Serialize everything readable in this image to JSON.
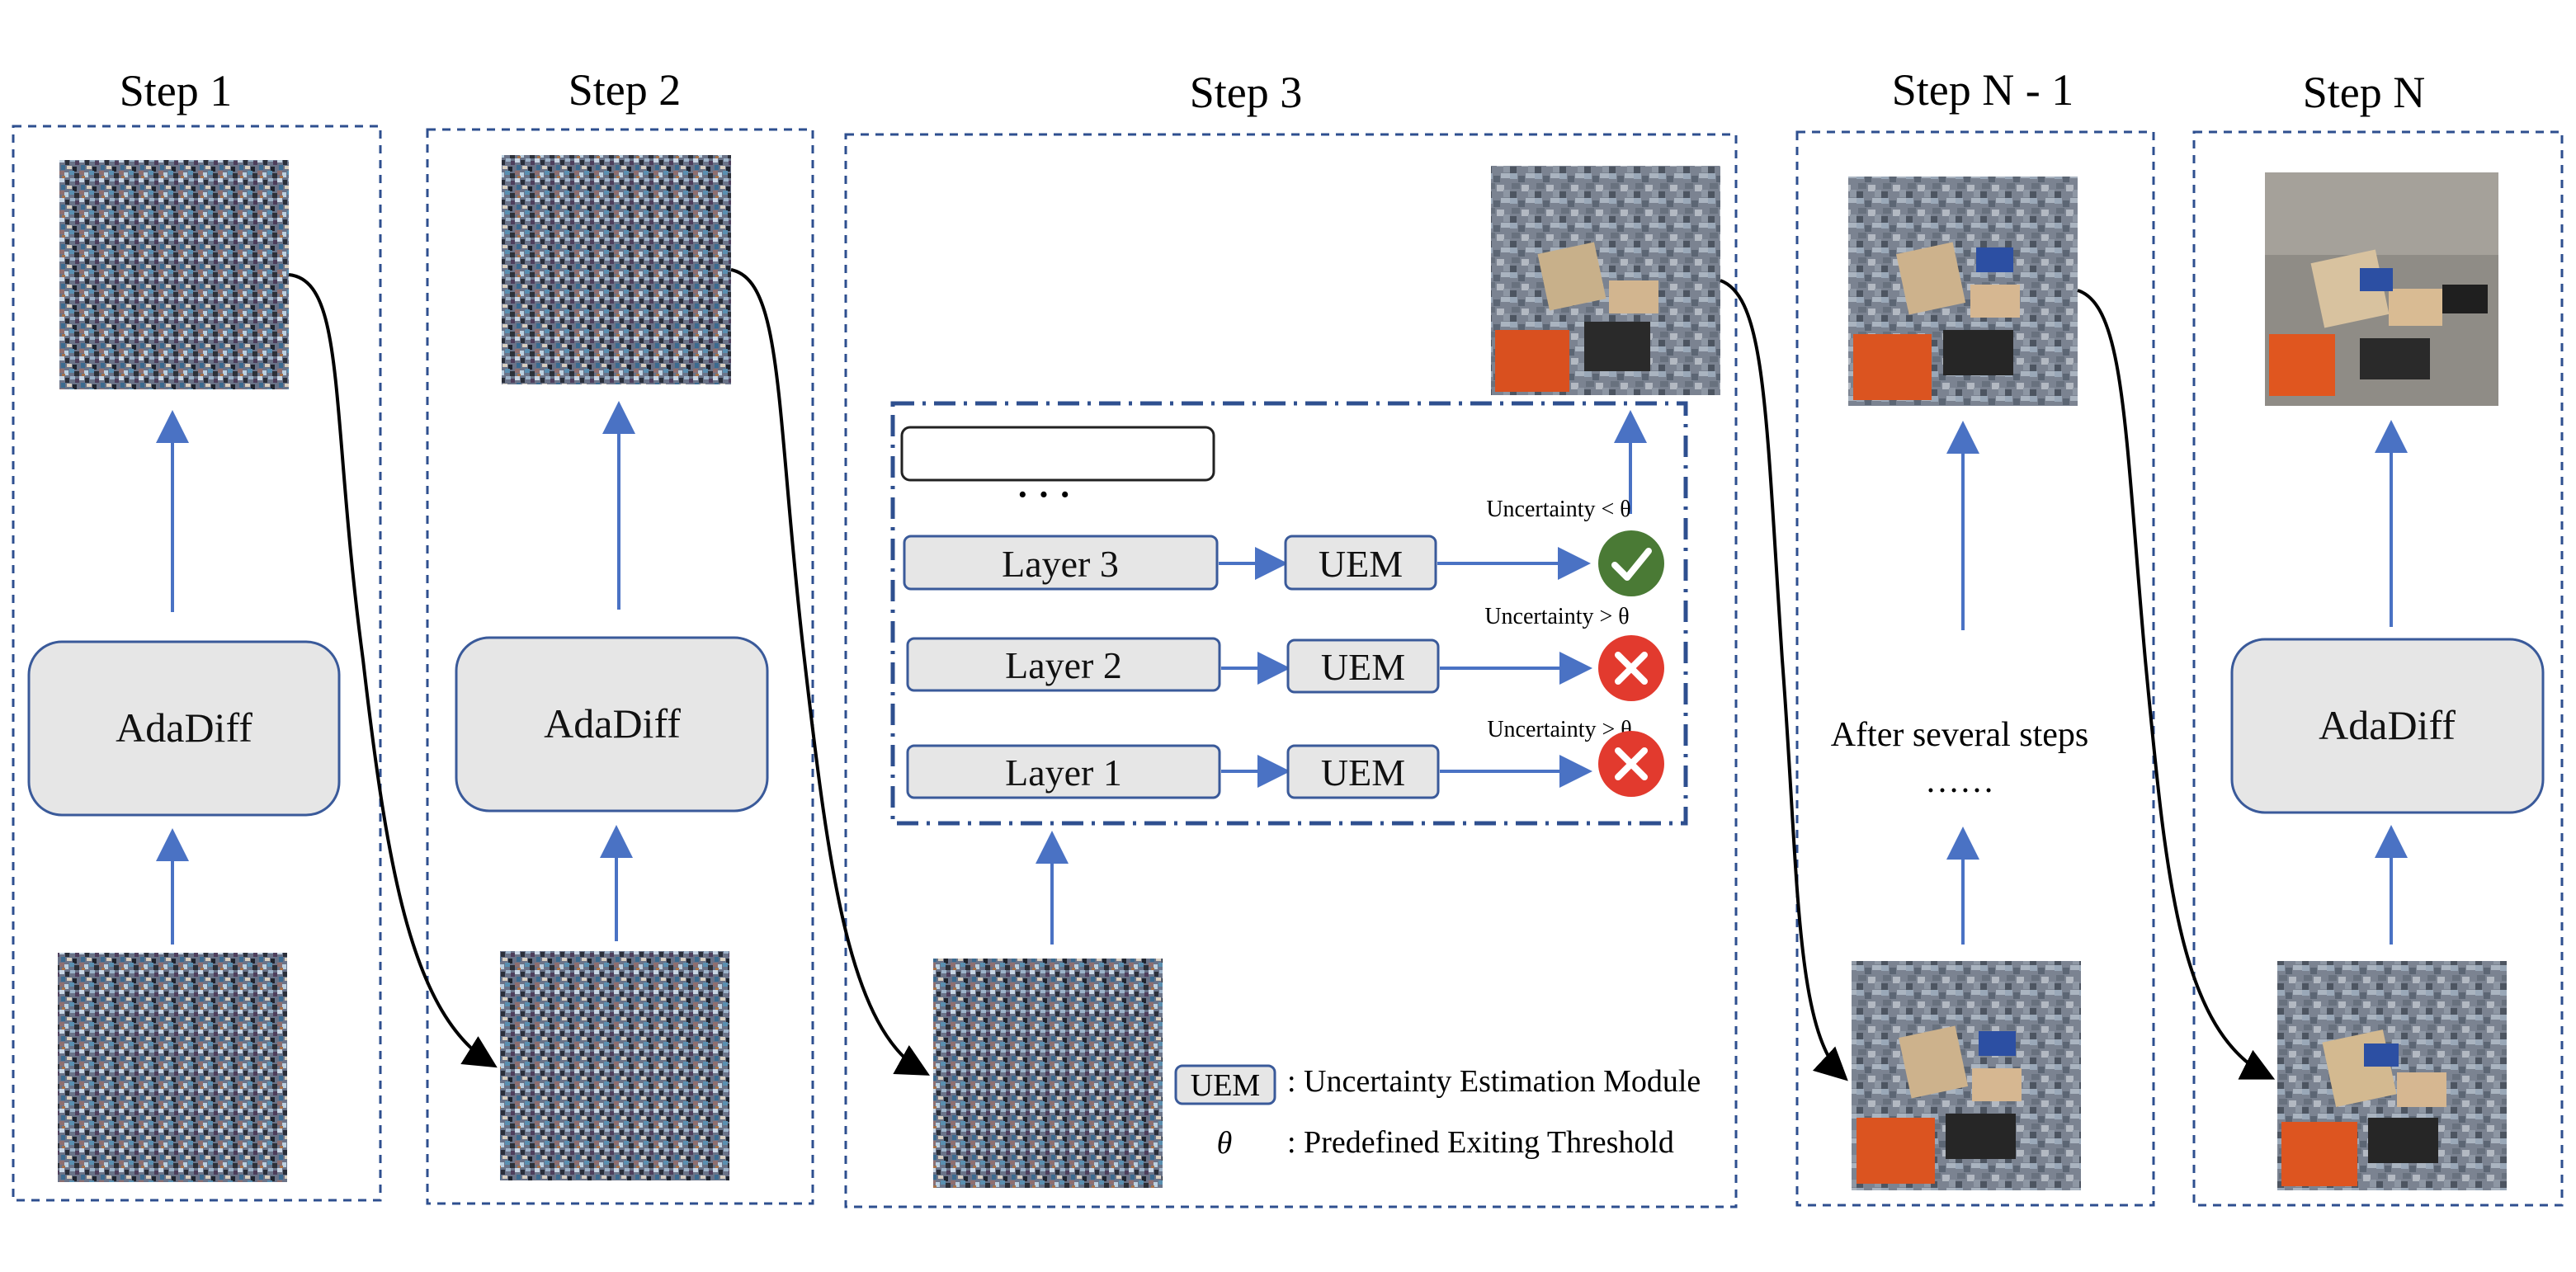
{
  "steps": [
    {
      "title": "Step 1",
      "model_label": "AdaDiff"
    },
    {
      "title": "Step 2",
      "model_label": "AdaDiff"
    },
    {
      "title": "Step 3"
    },
    {
      "title": "Step N - 1",
      "note_line1": "After several steps",
      "note_line2": "……"
    },
    {
      "title": "Step N",
      "model_label": "AdaDiff"
    }
  ],
  "early_exit": {
    "ellipsis": "· · ·",
    "rows": [
      {
        "layer": "Layer 3",
        "module": "UEM",
        "condition": "Uncertainty < θ",
        "outcome": "exit",
        "outcome_color": "#4a7a35"
      },
      {
        "layer": "Layer 2",
        "module": "UEM",
        "condition": "Uncertainty > θ",
        "outcome": "continue",
        "outcome_color": "#e23a2e"
      },
      {
        "layer": "Layer 1",
        "module": "UEM",
        "condition": "Uncertainty > θ",
        "outcome": "continue",
        "outcome_color": "#e23a2e"
      }
    ]
  },
  "legend": {
    "uem_key": "UEM",
    "uem_desc": ": Uncertainty Estimation Module",
    "theta_key": "θ",
    "theta_desc": ": Predefined Exiting Threshold"
  },
  "colors": {
    "arrow_blue": "#4a72c4",
    "frame_blue": "#2e4f8f",
    "box_fill": "#e6e6e6",
    "box_stroke": "#3a5a9a",
    "check_green": "#4a7a35",
    "cross_red": "#e23a2e"
  },
  "images": [
    {
      "name": "noise-image-step1-input",
      "kind": "noise"
    },
    {
      "name": "noise-image-step1-output",
      "kind": "noise"
    },
    {
      "name": "noise-image-step2-input",
      "kind": "noise"
    },
    {
      "name": "noise-image-step2-output",
      "kind": "noise"
    },
    {
      "name": "noise-image-step3-input",
      "kind": "noise"
    },
    {
      "name": "partial-image-step3-output",
      "kind": "partial"
    },
    {
      "name": "partial-image-stepN1-output",
      "kind": "partial"
    },
    {
      "name": "partial-image-stepN1-input",
      "kind": "partial"
    },
    {
      "name": "partial-image-stepN-input",
      "kind": "partial"
    },
    {
      "name": "clean-image-stepN-output",
      "kind": "clean"
    }
  ]
}
